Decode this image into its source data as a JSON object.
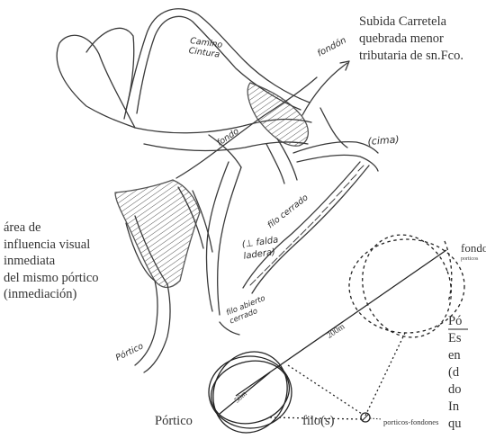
{
  "annotations": {
    "top_right": [
      "Subida Carretela",
      "quebrada menor",
      "tributaria de sn.Fco."
    ],
    "left": [
      "área de",
      "influencia visual",
      "inmediata",
      "del mismo pórtico",
      "(inmediación)"
    ],
    "right_fragments": [
      "Pó",
      "Es",
      "en",
      "(d",
      "do",
      "In",
      "qu"
    ]
  },
  "handwritten": {
    "camino_line1": "Camino",
    "camino_line2": "Cintura",
    "fondon": "fondón",
    "fondo": "fondo",
    "cima": "(cima)",
    "filo_cerrado": "filo cerrado",
    "falda_line1": "(⊥ falda",
    "falda_line2": "ladera)",
    "filo_abierto_line1": "filo abierto",
    "filo_abierto_line2": "cerrado",
    "portico": "Pórtico"
  },
  "diagram": {
    "fondo_label": "fondo",
    "porticos_small": "porticos",
    "distance": "200m",
    "radius": "50m",
    "portico_label": "Pórtico",
    "filos_label": "filo(s)",
    "node_label": "porticos-fondones"
  }
}
